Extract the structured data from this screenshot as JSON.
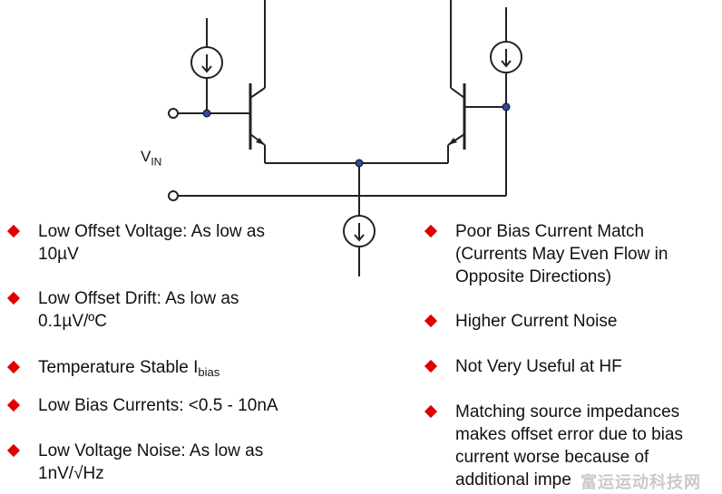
{
  "vin_label": "V",
  "vin_subscript": "IN",
  "left_bullets": [
    {
      "lines": [
        "Low Offset Voltage: As low as",
        "10µV"
      ]
    },
    {
      "lines": [
        "Low Offset Drift: As low as",
        "0.1µV/ºC"
      ]
    },
    {
      "lines": [
        "Temperature Stable I"
      ],
      "subscript": "bias"
    },
    {
      "lines": [
        "Low Bias Currents: <0.5 - 10nA"
      ]
    },
    {
      "lines": [
        "Low Voltage Noise: As low as",
        "1nV/√Hz"
      ]
    }
  ],
  "right_bullets": [
    {
      "lines": [
        "Poor Bias Current Match",
        "(Currents May Even Flow in",
        "Opposite Directions)"
      ]
    },
    {
      "lines": [
        "Higher Current Noise"
      ]
    },
    {
      "lines": [
        "Not Very Useful at HF"
      ]
    },
    {
      "lines": [
        "Matching source impedances",
        "makes offset error due to bias",
        "current worse because of",
        "additional impe"
      ]
    }
  ],
  "watermark": "富运运动科技网",
  "colors": {
    "bullet": "#e00000",
    "node": "#2b4aa0",
    "wire": "#222222"
  }
}
